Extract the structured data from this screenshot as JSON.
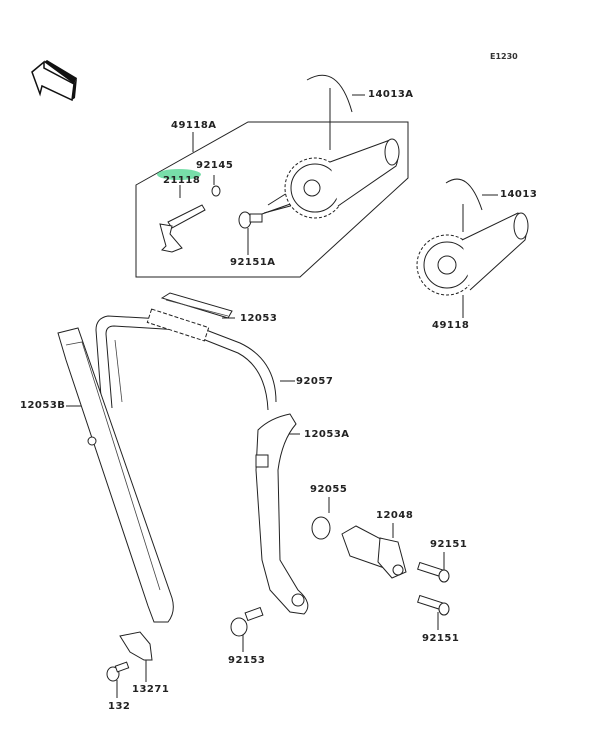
{
  "diagram": {
    "code": "E1230",
    "front_label": "FRONT",
    "highlight_color": "#5fd89a",
    "highlighted_part": "21118",
    "parts": [
      {
        "id": "14013A",
        "label": "14013A"
      },
      {
        "id": "49118A",
        "label": "49118A"
      },
      {
        "id": "92145",
        "label": "92145"
      },
      {
        "id": "21118",
        "label": "21118"
      },
      {
        "id": "92151A",
        "label": "92151A"
      },
      {
        "id": "14013",
        "label": "14013"
      },
      {
        "id": "49118",
        "label": "49118"
      },
      {
        "id": "12053",
        "label": "12053"
      },
      {
        "id": "92057",
        "label": "92057"
      },
      {
        "id": "12053B",
        "label": "12053B"
      },
      {
        "id": "12053A",
        "label": "12053A"
      },
      {
        "id": "92055",
        "label": "92055"
      },
      {
        "id": "12048",
        "label": "12048"
      },
      {
        "id": "92151-upper",
        "label": "92151"
      },
      {
        "id": "92151-lower",
        "label": "92151"
      },
      {
        "id": "92153",
        "label": "92153"
      },
      {
        "id": "13271",
        "label": "13271"
      },
      {
        "id": "132",
        "label": "132"
      }
    ]
  }
}
